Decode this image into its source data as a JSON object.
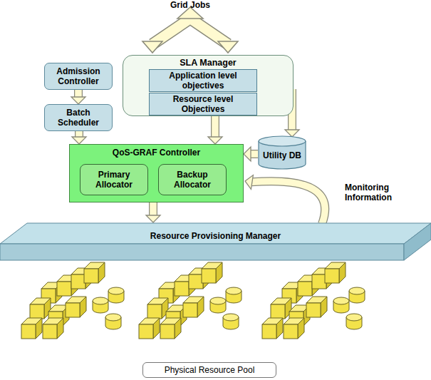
{
  "diagram": {
    "nodes": [
      {
        "text": [
          "Admission Controller"
        ]
      },
      {
        "text": [
          "SLA Manager"
        ]
      },
      {
        "text": [
          "Application level objectives"
        ],
        "in": 1
      },
      {
        "text": [
          "Resource level Objectives"
        ],
        "in": 1
      },
      {
        "text": [
          "Batch Scheduler"
        ]
      },
      {
        "text": [
          "Utility DB"
        ]
      },
      {
        "text": [
          "QoS-GRAF Controller"
        ]
      },
      {
        "text": [
          "Primary Allocator"
        ],
        "in": 6
      },
      {
        "text": [
          "Backup Allocator"
        ],
        "in": 6
      },
      {
        "text": [
          "Resource Provisioning Manager"
        ]
      },
      {
        "text": [
          "Physical Resource Pool"
        ]
      }
    ],
    "edges": [
      {
        "from": 0,
        "to": 4,
        "arrow": "to"
      },
      {
        "from": 4,
        "to": 6,
        "arrow": "to"
      },
      {
        "from": 1,
        "to": 6,
        "arrow": "to"
      },
      {
        "from": 1,
        "to": 5,
        "arrow": "to"
      },
      {
        "from": 5,
        "to": 6,
        "arrow": "to"
      },
      {
        "from": 6,
        "to": 9,
        "arrow": "to"
      },
      {
        "from": 9,
        "to": 6,
        "arrow": "to",
        "label": "Monitoring Information"
      }
    ],
    "labels": [
      "Grid Jobs"
    ]
  }
}
